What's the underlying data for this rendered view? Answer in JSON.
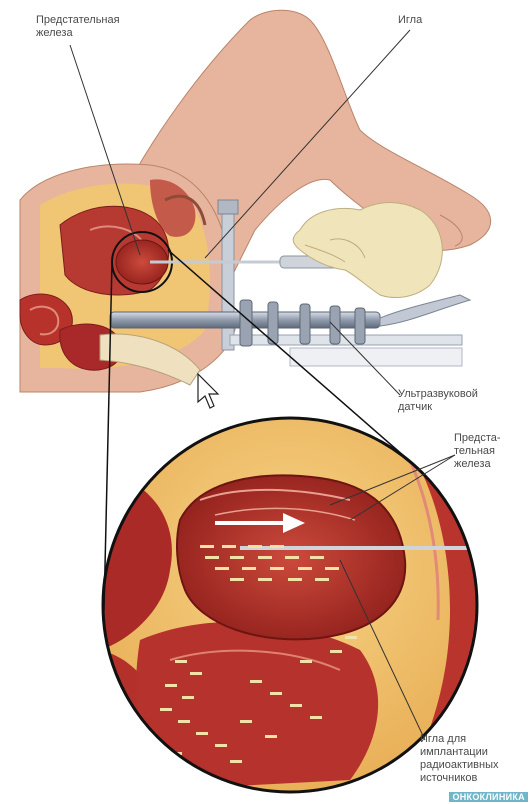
{
  "labels": {
    "prostate_top": "Предстательная\nжелеза",
    "needle": "Игла",
    "ultrasound_probe": "Ультразвуковой\nдатчик",
    "prostate_zoom": "Предста-\nтельная\nжелеза",
    "needle_implant": "Игла для\nимплантации\nрадиоактивных\nисточников"
  },
  "watermark": "ОНКОКЛИНИКА",
  "icons": [
    "mouse-cursor-icon",
    "arrow-right-icon"
  ],
  "colors": {
    "skin": "#e6b49c",
    "tissue_red": "#b8322c",
    "fat_yellow": "#f1c36a",
    "glove": "#eee2b6",
    "probe_gray": "#aab4c4",
    "needle": "#c7ccd4"
  }
}
